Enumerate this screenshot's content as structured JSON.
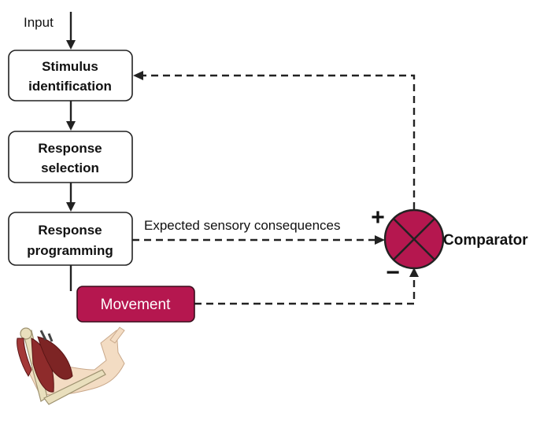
{
  "diagram": {
    "input_label": "Input",
    "stimulus_box": [
      "Stimulus",
      "identification"
    ],
    "selection_box": [
      "Response",
      "selection"
    ],
    "programming_box": [
      "Response",
      "programming"
    ],
    "movement_label": "Movement",
    "expected_label": "Expected sensory consequences",
    "plus_sign": "+",
    "minus_sign": "−",
    "comparator_label": "Comparator"
  },
  "colors": {
    "accent": "#B5174F",
    "accent_border": "#3a0d1c",
    "line": "#222222",
    "arm_muscle": "#8E2B2B",
    "arm_bone": "#E9DFBD",
    "arm_skin": "#F3DCC3"
  },
  "icons": [
    "comparator-cross-icon",
    "arm-illustration"
  ]
}
